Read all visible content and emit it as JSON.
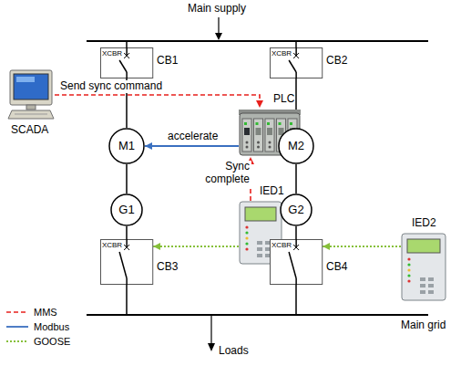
{
  "diagram": {
    "nodes": [
      {
        "text": [
          "SCADA"
        ]
      },
      {
        "text": [
          "XCBR",
          "CB1"
        ]
      },
      {
        "text": [
          "XCBR",
          "CB2"
        ]
      },
      {
        "text": [
          "PLC"
        ]
      },
      {
        "text": [
          "M1"
        ]
      },
      {
        "text": [
          "M2"
        ]
      },
      {
        "text": [
          "G1"
        ]
      },
      {
        "text": [
          "IED1"
        ]
      },
      {
        "text": [
          "G2"
        ]
      },
      {
        "text": [
          "IED2"
        ]
      },
      {
        "text": [
          "XCBR",
          "CB3"
        ]
      },
      {
        "text": [
          "XCBR",
          "CB4"
        ]
      }
    ],
    "edges": [
      {
        "from": 0,
        "to": 3,
        "label": "Send sync command",
        "arrow": "to"
      },
      {
        "from": 3,
        "to": 4,
        "label": "accelerate",
        "arrow": "to"
      },
      {
        "from": 7,
        "to": 3,
        "label": "Sync complete",
        "arrow": "to"
      },
      {
        "from": 7,
        "to": 10,
        "arrow": "to"
      },
      {
        "from": 9,
        "to": 11,
        "arrow": "to"
      },
      {
        "from": 1,
        "to": 4,
        "arrow": "none"
      },
      {
        "from": 4,
        "to": 6,
        "arrow": "none"
      },
      {
        "from": 6,
        "to": 10,
        "arrow": "none"
      },
      {
        "from": 2,
        "to": 5,
        "arrow": "none"
      },
      {
        "from": 5,
        "to": 8,
        "arrow": "none"
      },
      {
        "from": 8,
        "to": 11,
        "arrow": "none"
      }
    ],
    "labels": [
      "Main supply",
      "Main grid",
      "Loads"
    ],
    "legend": [
      {
        "text": "MMS"
      },
      {
        "text": "Modbus"
      },
      {
        "text": "GOOSE"
      }
    ]
  }
}
